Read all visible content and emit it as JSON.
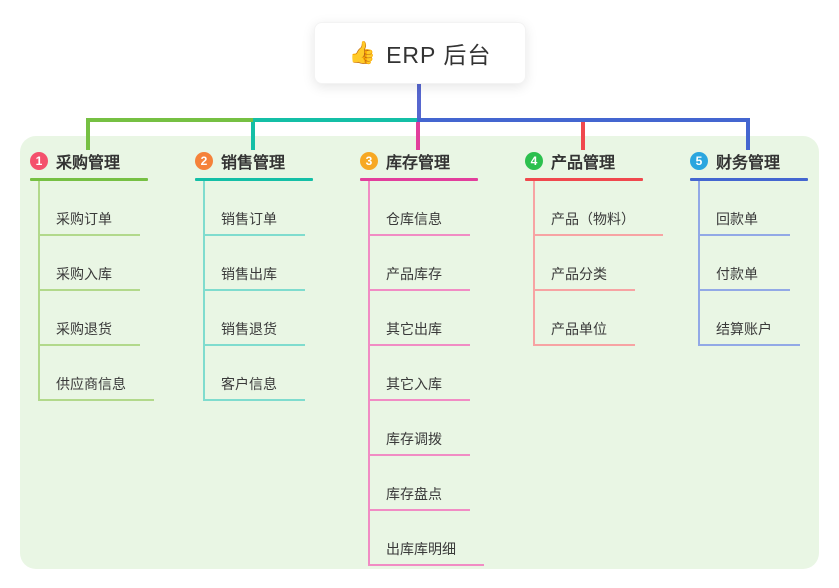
{
  "root": {
    "icon": "👍",
    "label": "ERP 后台"
  },
  "connectors": {
    "root_line_color": "#5767cf"
  },
  "panel_color": "#e9f6e4",
  "branches": [
    {
      "num": "1",
      "label": "采购管理",
      "badge_color": "#f4516c",
      "line_color": "#76c043",
      "child_line_color": "#b2d98b",
      "children": [
        "采购订单",
        "采购入库",
        "采购退货",
        "供应商信息"
      ]
    },
    {
      "num": "2",
      "label": "销售管理",
      "badge_color": "#f5823a",
      "line_color": "#14bfa6",
      "child_line_color": "#7fdcce",
      "children": [
        "销售订单",
        "销售出库",
        "销售退货",
        "客户信息"
      ]
    },
    {
      "num": "3",
      "label": "库存管理",
      "badge_color": "#f7a823",
      "line_color": "#e23e9c",
      "child_line_color": "#f18cc4",
      "children": [
        "仓库信息",
        "产品库存",
        "其它出库",
        "其它入库",
        "库存调拨",
        "库存盘点",
        "出库库明细"
      ]
    },
    {
      "num": "4",
      "label": "产品管理",
      "badge_color": "#2cc04e",
      "line_color": "#f0484d",
      "child_line_color": "#f7a3a3",
      "children": [
        "产品（物料）",
        "产品分类",
        "产品单位"
      ]
    },
    {
      "num": "5",
      "label": "财务管理",
      "badge_color": "#2ba6df",
      "line_color": "#4466d0",
      "child_line_color": "#92a9e6",
      "children": [
        "回款单",
        "付款单",
        "结算账户"
      ]
    }
  ]
}
